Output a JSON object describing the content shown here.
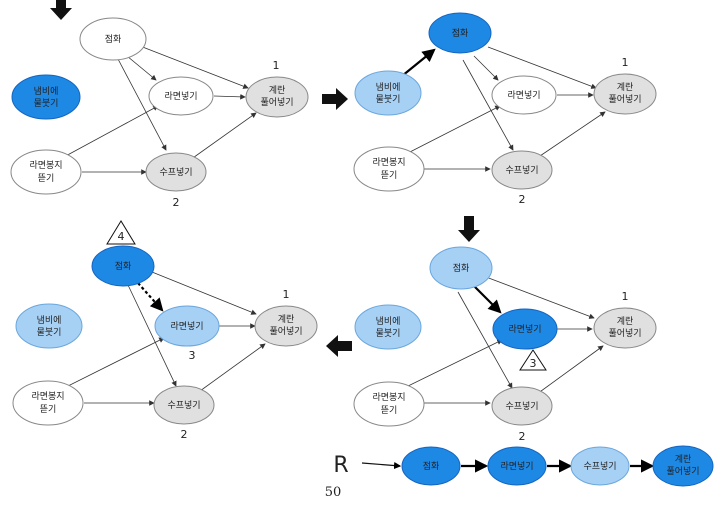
{
  "node_labels": {
    "ignite": "점화",
    "water": [
      "냄비에",
      "물붓기"
    ],
    "ramen": "라면넣기",
    "egg": [
      "계란",
      "풀어넣기"
    ],
    "open": [
      "라면봉지",
      "뜯기"
    ],
    "soup": "수프넣기"
  },
  "panels": {
    "p1": {
      "degree_egg": "1",
      "degree_soup": "2"
    },
    "p2": {
      "degree_egg": "1",
      "degree_soup": "2"
    },
    "p3": {
      "order_ignite": "4",
      "degree_egg": "1",
      "degree_ramen": "3",
      "degree_soup": "2"
    },
    "p4": {
      "degree_egg": "1",
      "order_ramen": "3",
      "degree_soup": "2"
    }
  },
  "result": {
    "label": "R",
    "sequence": [
      "점화",
      "라면넣기",
      "수프넣기",
      [
        "계란",
        "풀어넣기"
      ]
    ]
  },
  "page_number": "50",
  "colors": {
    "visited": "#1e88e5",
    "current": "#a7d0f5",
    "pending": "#e0e0e0",
    "unvisited": "#ffffff",
    "outline": "#888888"
  }
}
